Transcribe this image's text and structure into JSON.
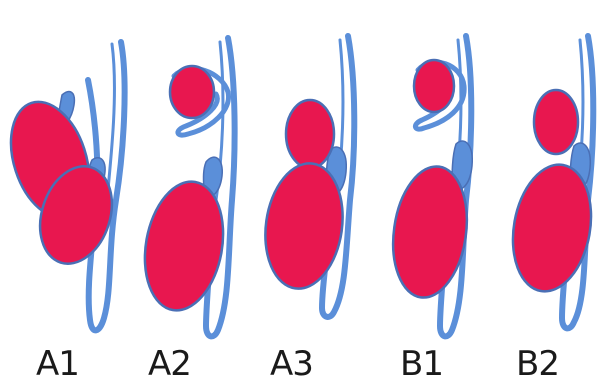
{
  "figure": {
    "panels": [
      {
        "id": "A1",
        "label": "A1"
      },
      {
        "id": "A2",
        "label": "A2"
      },
      {
        "id": "A3",
        "label": "A3"
      },
      {
        "id": "B1",
        "label": "B1"
      },
      {
        "id": "B2",
        "label": "B2"
      }
    ]
  },
  "colors": {
    "red_fill": "#e8174f",
    "blue": "#5b8fd9",
    "outline": "#4a6fb5",
    "background": "#ffffff",
    "label": "#1a1a1a"
  }
}
